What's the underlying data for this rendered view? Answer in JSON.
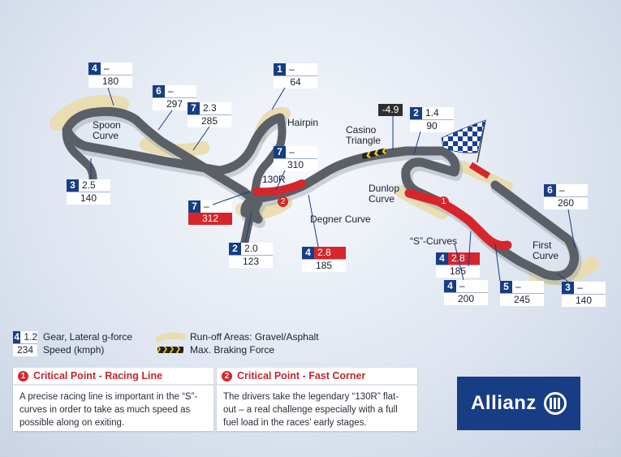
{
  "labels": {
    "spoon": "Spoon\nCurve",
    "hairpin": "Hairpin",
    "casino": "Casino\nTriangle",
    "r130": "130R",
    "degner": "Degner Curve",
    "dunlop": "Dunlop\nCurve",
    "scurves": "“S”-Curves",
    "first": "First\nCurve"
  },
  "corners": [
    {
      "gear": "4",
      "g": "–",
      "speed": "180"
    },
    {
      "gear": "6",
      "g": "–",
      "speed": "297"
    },
    {
      "gear": "7",
      "g": "2.3",
      "speed": "285"
    },
    {
      "gear": "1",
      "g": "–",
      "speed": "64"
    },
    {
      "gear": "",
      "g": "-4.9",
      "speed": "",
      "style": "dark"
    },
    {
      "gear": "2",
      "g": "1.4",
      "speed": "90"
    },
    {
      "gear": "7",
      "g": "–",
      "speed": "310"
    },
    {
      "gear": "3",
      "g": "2.5",
      "speed": "140"
    },
    {
      "gear": "7",
      "g": "–",
      "speed": "312",
      "speed_style": "red"
    },
    {
      "gear": "2",
      "g": "2.0",
      "speed": "123"
    },
    {
      "gear": "4",
      "g": "2.8",
      "speed": "185",
      "g_style": "red"
    },
    {
      "gear": "4",
      "g": "2.8",
      "speed": "185",
      "g_style": "red"
    },
    {
      "gear": "4",
      "g": "–",
      "speed": "200"
    },
    {
      "gear": "5",
      "g": "–",
      "speed": "245"
    },
    {
      "gear": "6",
      "g": "–",
      "speed": "260"
    },
    {
      "gear": "3",
      "g": "–",
      "speed": "140"
    }
  ],
  "markers": {
    "one": "1",
    "two": "2"
  },
  "legend": {
    "sample_gear": "4",
    "sample_g": "1.2",
    "sample_speed": "234",
    "gear_text": "Gear, Lateral g-force",
    "speed_text": "Speed (kmph)",
    "runoff_text": "Run-off Areas: Gravel/Asphalt",
    "braking_text": "Max. Braking Force"
  },
  "points": [
    {
      "num": "1",
      "title": "Critical Point - Racing Line",
      "text": "A precise racing line is important in the “S”-curves in order to take as much speed as possible along on exiting."
    },
    {
      "num": "2",
      "title": "Critical Point - Fast Corner",
      "text": "The drivers take the legendary “130R” flat-out – a real challenge especially with a full fuel load in the races’ early stages."
    }
  ],
  "brand": "Allianz",
  "watermark": "ClubSLBC",
  "colors": {
    "brand_blue": "#173d85",
    "critical_red": "#d6262c",
    "track_gray": "#5b5f66",
    "runoff": "#e9dcae",
    "background": "#dfe6f1"
  }
}
